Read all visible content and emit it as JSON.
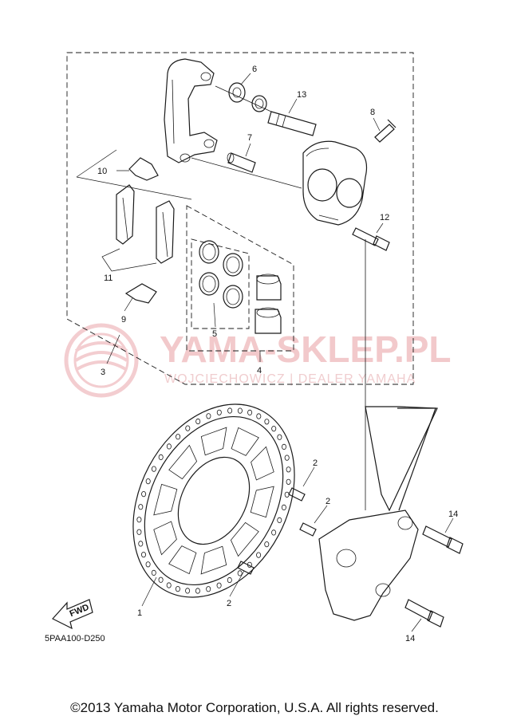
{
  "diagram": {
    "diagram_code": "5PAA100-D250",
    "fwd_label": "FWD",
    "watermark": {
      "title": "YAMA-SKLEP.PL",
      "subtitle": "WOJCIECHOWICZ | DEALER YAMAHA"
    },
    "callouts": {
      "c1": "1",
      "c2a": "2",
      "c2b": "2",
      "c2c": "2",
      "c3": "3",
      "c4": "4",
      "c5": "5",
      "c6": "6",
      "c7": "7",
      "c8": "8",
      "c9": "9",
      "c10": "10",
      "c11": "11",
      "c12": "12",
      "c13": "13",
      "c14a": "14",
      "c14b": "14"
    }
  },
  "footer": {
    "copyright": "©2013 Yamaha Motor Corporation, U.S.A. All rights reserved."
  }
}
